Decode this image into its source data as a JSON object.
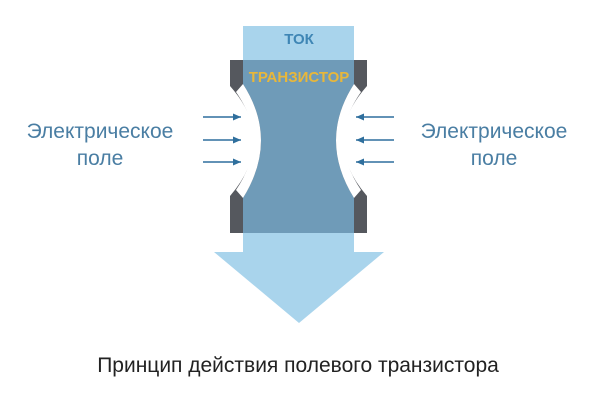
{
  "diagram": {
    "current_label": "ТОК",
    "transistor_label": "ТРАНЗИСТОР",
    "left_field_line1": "Электрическое",
    "left_field_line2": "поле",
    "right_field_line1": "Электрическое",
    "right_field_line2": "поле",
    "caption": "Принцип действия полевого транзистора"
  },
  "colors": {
    "current_flow": "#a9d4ec",
    "channel": "#6f9bb8",
    "gate_body": "#55585e",
    "gate_label": "#e8b73a",
    "current_label": "#3f86b5",
    "field_text": "#4a7ea3",
    "field_arrows": "#2f6f9d",
    "caption": "#222222"
  }
}
